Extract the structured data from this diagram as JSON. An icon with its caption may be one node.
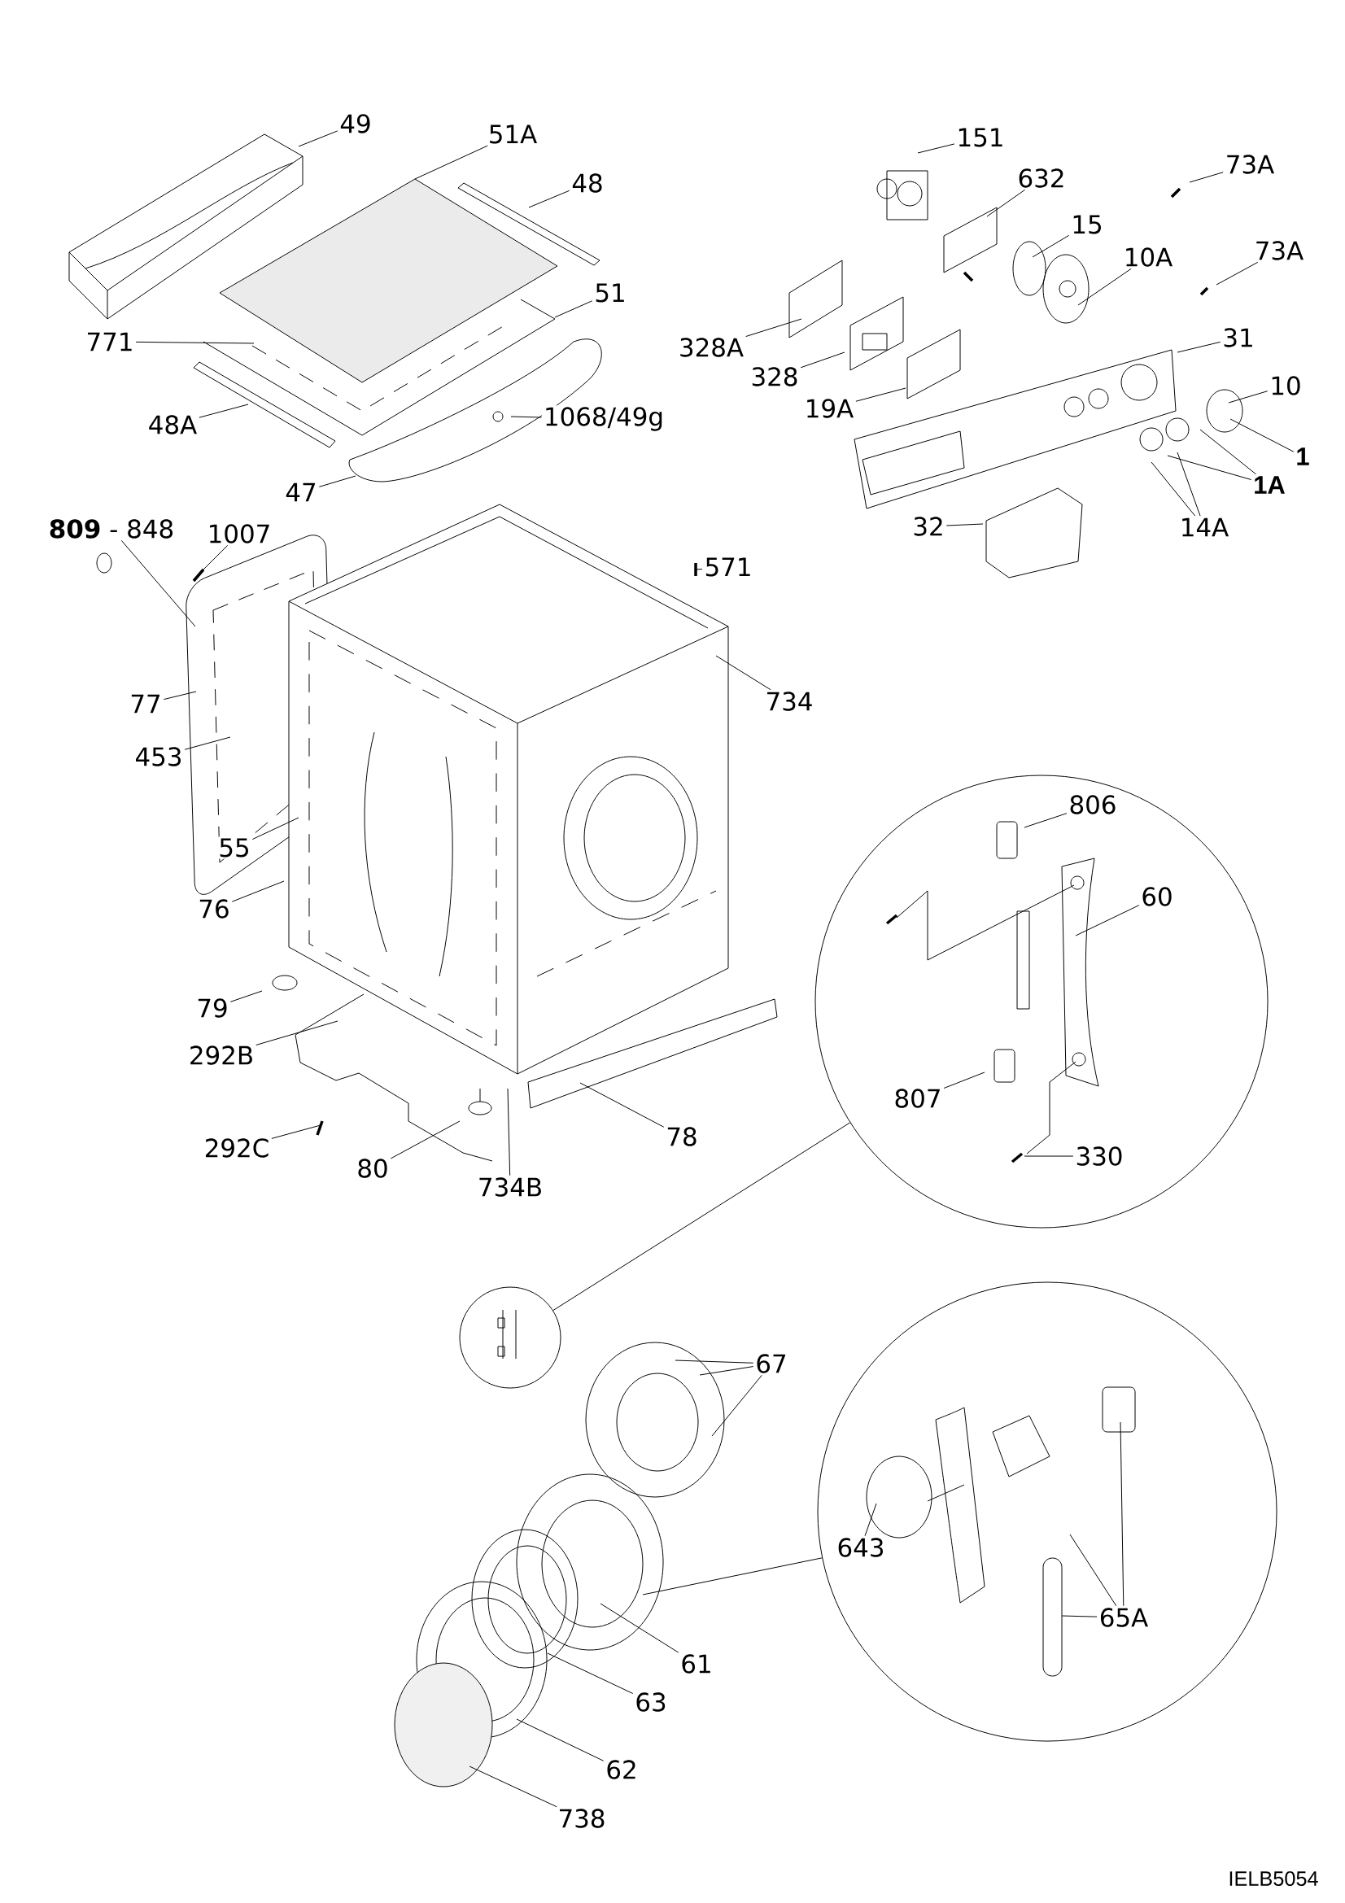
{
  "diagram": {
    "nodes": [
      {
        "text": [
          "49"
        ]
      },
      {
        "text": [
          "51A"
        ]
      },
      {
        "text": [
          "48"
        ]
      },
      {
        "text": [
          "51"
        ]
      },
      {
        "text": [
          "771"
        ]
      },
      {
        "text": [
          "48A"
        ]
      },
      {
        "text": [
          "1068/49g"
        ]
      },
      {
        "text": [
          "47"
        ]
      },
      {
        "text": [
          "**809** - 848"
        ]
      },
      {
        "text": [
          "1007"
        ]
      },
      {
        "text": [
          "77"
        ]
      },
      {
        "text": [
          "453"
        ]
      },
      {
        "text": [
          "55"
        ]
      },
      {
        "text": [
          "76"
        ]
      },
      {
        "text": [
          "79"
        ]
      },
      {
        "text": [
          "292B"
        ]
      },
      {
        "text": [
          "292C"
        ]
      },
      {
        "text": [
          "80"
        ]
      },
      {
        "text": [
          "734B"
        ]
      },
      {
        "text": [
          "78"
        ]
      },
      {
        "text": [
          "571"
        ]
      },
      {
        "text": [
          "734"
        ]
      },
      {
        "text": [
          "151"
        ]
      },
      {
        "text": [
          "632"
        ]
      },
      {
        "text": [
          "73A"
        ]
      },
      {
        "text": [
          "15"
        ]
      },
      {
        "text": [
          "73A"
        ]
      },
      {
        "text": [
          "10A"
        ]
      },
      {
        "text": [
          "328A"
        ]
      },
      {
        "text": [
          "328"
        ]
      },
      {
        "text": [
          "19A"
        ]
      },
      {
        "text": [
          "31"
        ]
      },
      {
        "text": [
          "10"
        ]
      },
      {
        "text": [
          "1"
        ]
      },
      {
        "text": [
          "1A"
        ]
      },
      {
        "text": [
          "14A"
        ]
      },
      {
        "text": [
          "32"
        ]
      },
      {
        "text": [],
        "shape": "circle"
      },
      {
        "text": [
          "806"
        ],
        "in": 37
      },
      {
        "text": [
          "60"
        ],
        "in": 37
      },
      {
        "text": [
          "807"
        ],
        "in": 37
      },
      {
        "text": [
          "330"
        ],
        "in": 37
      },
      {
        "text": [],
        "shape": "circle"
      },
      {
        "text": [
          "67"
        ]
      },
      {
        "text": [],
        "shape": "circle"
      },
      {
        "text": [
          "643"
        ],
        "in": 44
      },
      {
        "text": [
          "65A"
        ],
        "in": 44
      },
      {
        "text": [
          "61"
        ]
      },
      {
        "text": [
          "63"
        ]
      },
      {
        "text": [
          "62"
        ]
      },
      {
        "text": [
          "738"
        ]
      }
    ],
    "edges": [
      {
        "from": 0,
        "to": null,
        "arrow": "none"
      },
      {
        "from": 1,
        "to": null,
        "arrow": "none"
      },
      {
        "from": 2,
        "to": null,
        "arrow": "none"
      },
      {
        "from": 3,
        "to": null,
        "arrow": "none"
      },
      {
        "from": 4,
        "to": null,
        "arrow": "none"
      },
      {
        "from": 5,
        "to": null,
        "arrow": "none"
      },
      {
        "from": 6,
        "to": null,
        "arrow": "none"
      },
      {
        "from": 7,
        "to": null,
        "arrow": "none"
      },
      {
        "from": 8,
        "to": null,
        "arrow": "none"
      },
      {
        "from": 9,
        "to": null,
        "arrow": "none"
      },
      {
        "from": 10,
        "to": null,
        "arrow": "none"
      },
      {
        "from": 11,
        "to": null,
        "arrow": "none"
      },
      {
        "from": 12,
        "to": null,
        "arrow": "none"
      },
      {
        "from": 13,
        "to": null,
        "arrow": "none"
      },
      {
        "from": 14,
        "to": null,
        "arrow": "none"
      },
      {
        "from": 15,
        "to": null,
        "arrow": "none"
      },
      {
        "from": 16,
        "to": null,
        "arrow": "none"
      },
      {
        "from": 17,
        "to": null,
        "arrow": "none"
      },
      {
        "from": 18,
        "to": null,
        "arrow": "none"
      },
      {
        "from": 19,
        "to": null,
        "arrow": "none"
      },
      {
        "from": 20,
        "to": null,
        "arrow": "none"
      },
      {
        "from": 21,
        "to": null,
        "arrow": "none"
      },
      {
        "from": 22,
        "to": null,
        "arrow": "none"
      },
      {
        "from": 23,
        "to": null,
        "arrow": "none"
      },
      {
        "from": 24,
        "to": null,
        "arrow": "none"
      },
      {
        "from": 25,
        "to": null,
        "arrow": "none"
      },
      {
        "from": 26,
        "to": null,
        "arrow": "none"
      },
      {
        "from": 27,
        "to": null,
        "arrow": "none"
      },
      {
        "from": 28,
        "to": null,
        "arrow": "none"
      },
      {
        "from": 29,
        "to": null,
        "arrow": "none"
      },
      {
        "from": 30,
        "to": null,
        "arrow": "none"
      },
      {
        "from": 31,
        "to": null,
        "arrow": "none"
      },
      {
        "from": 32,
        "to": null,
        "arrow": "none"
      },
      {
        "from": 33,
        "to": null,
        "arrow": "none"
      },
      {
        "from": 34,
        "to": null,
        "arrow": "none"
      },
      {
        "from": 34,
        "to": null,
        "arrow": "none"
      },
      {
        "from": 35,
        "to": null,
        "arrow": "none"
      },
      {
        "from": 35,
        "to": null,
        "arrow": "none"
      },
      {
        "from": 36,
        "to": null,
        "arrow": "none"
      },
      {
        "from": 38,
        "to": null,
        "arrow": "none"
      },
      {
        "from": 39,
        "to": null,
        "arrow": "none"
      },
      {
        "from": 40,
        "to": null,
        "arrow": "none"
      },
      {
        "from": 41,
        "to": null,
        "arrow": "none"
      },
      {
        "from": 42,
        "to": 37,
        "arrow": "none"
      },
      {
        "from": 43,
        "to": null,
        "arrow": "none"
      },
      {
        "from": 43,
        "to": null,
        "arrow": "none"
      },
      {
        "from": 43,
        "to": null,
        "arrow": "none"
      },
      {
        "from": null,
        "to": 44,
        "arrow": "none"
      },
      {
        "from": 45,
        "to": null,
        "arrow": "none"
      },
      {
        "from": 46,
        "to": null,
        "arrow": "none"
      },
      {
        "from": 46,
        "to": null,
        "arrow": "none"
      },
      {
        "from": 46,
        "to": null,
        "arrow": "none"
      },
      {
        "from": 47,
        "to": null,
        "arrow": "none"
      },
      {
        "from": 48,
        "to": null,
        "arrow": "none"
      },
      {
        "from": 49,
        "to": null,
        "arrow": "none"
      },
      {
        "from": 50,
        "to": null,
        "arrow": "none"
      }
    ],
    "labels": [
      "IELB5054"
    ]
  }
}
